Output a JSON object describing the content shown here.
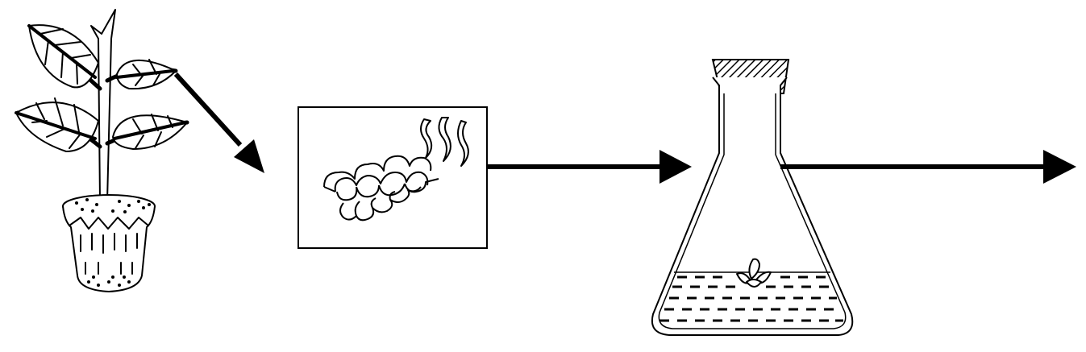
{
  "diagram": {
    "stages": [
      {
        "id": "plant",
        "icon": "potted-plant-icon"
      },
      {
        "id": "tissue",
        "icon": "plant-tissue-cells-icon"
      },
      {
        "id": "flask",
        "icon": "culture-flask-icon"
      }
    ],
    "arrows": [
      {
        "from": "plant",
        "to": "tissue"
      },
      {
        "from": "tissue",
        "to": "flask"
      },
      {
        "from": "flask",
        "to": "next"
      }
    ],
    "colors": {
      "stroke": "#000000",
      "background": "#ffffff"
    }
  }
}
